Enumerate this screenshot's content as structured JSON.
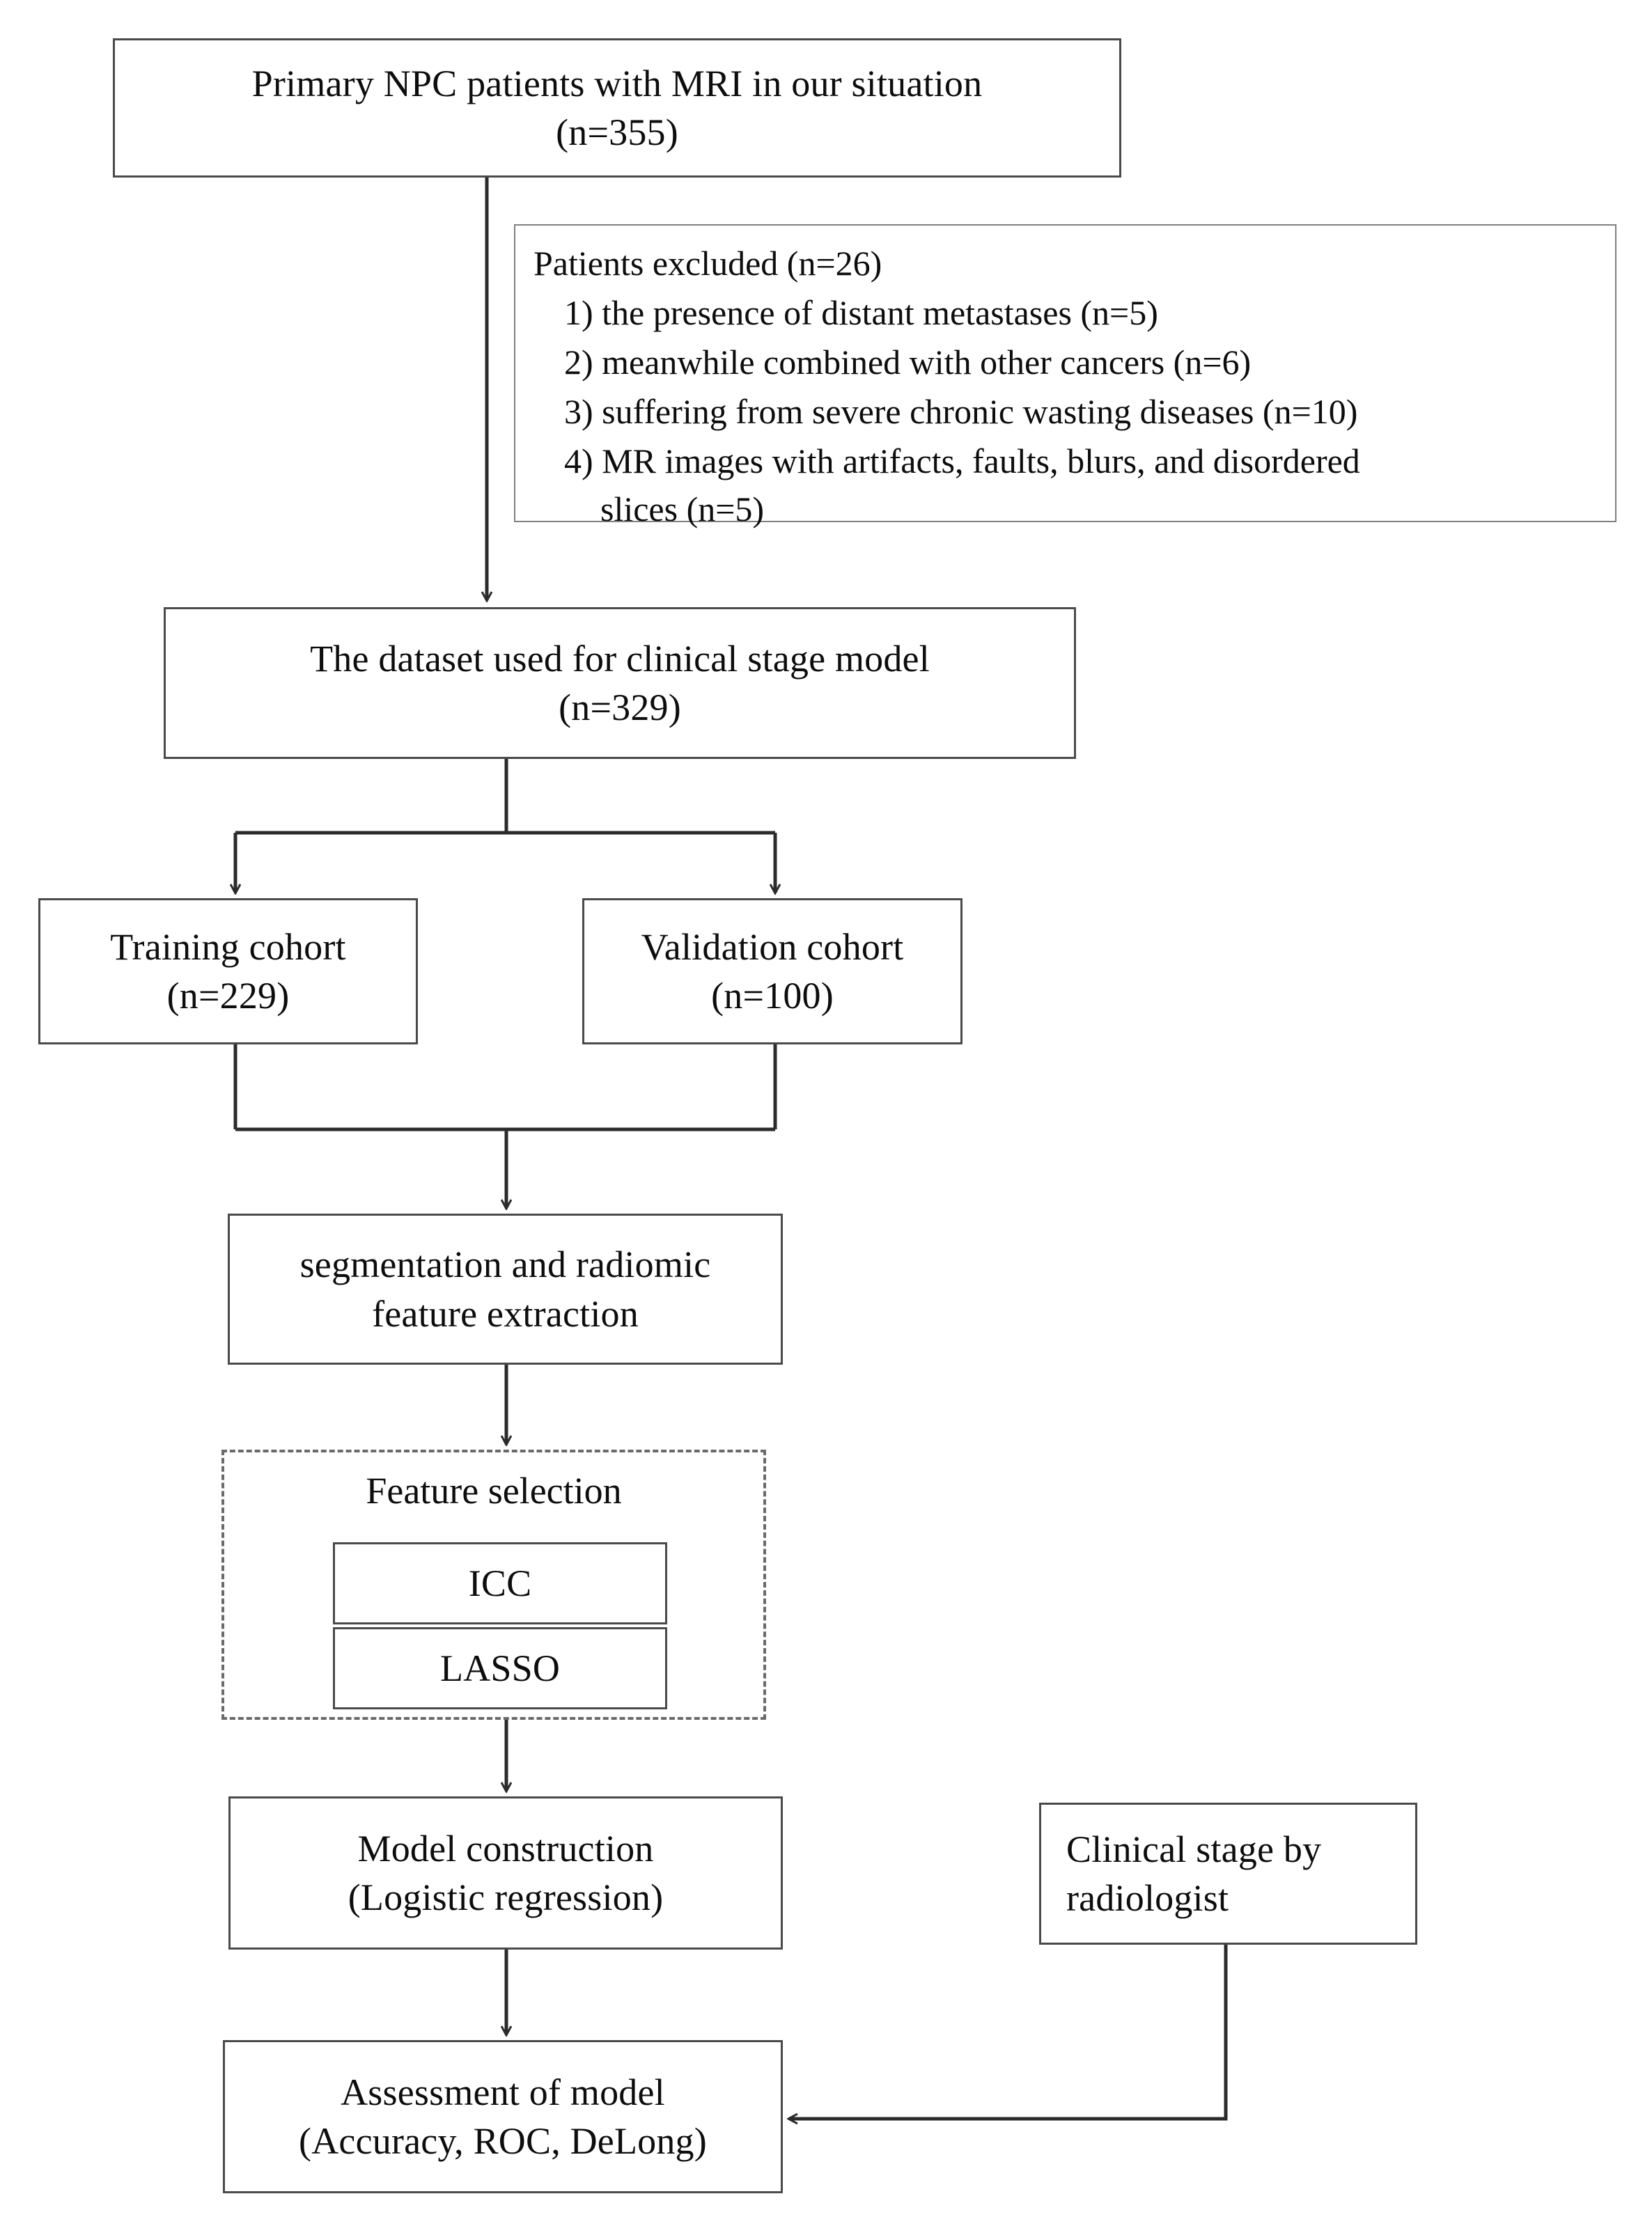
{
  "diagram": {
    "title": "Study flowchart for NPC clinical stage radiomics model",
    "nodes": {
      "enrollment": {
        "line1": "Primary NPC patients with MRI in our situation",
        "line2": "(n=355)"
      },
      "exclusion": {
        "header": "Patients excluded (n=26)",
        "items": [
          "1) the presence of distant metastases (n=5)",
          "2) meanwhile combined with other cancers (n=6)",
          "3) suffering from severe chronic wasting diseases (n=10)",
          "4) MR images with artifacts, faults, blurs, and disordered",
          "slices (n=5)"
        ]
      },
      "dataset": {
        "line1": "The dataset used for clinical stage model",
        "line2": "(n=329)"
      },
      "training_cohort": {
        "line1": "Training cohort",
        "line2": "(n=229)"
      },
      "validation_cohort": {
        "line1": "Validation cohort",
        "line2": "(n=100)"
      },
      "segmentation": {
        "line1": "segmentation and radiomic",
        "line2": "feature extraction"
      },
      "feature_selection": {
        "label": "Feature selection",
        "methods": [
          "ICC",
          "LASSO"
        ]
      },
      "model_construction": {
        "line1": "Model construction",
        "line2": "(Logistic regression)"
      },
      "clinical_stage": {
        "line1": "Clinical stage by",
        "line2": "radiologist"
      },
      "assessment": {
        "line1": "Assessment of model",
        "line2": "(Accuracy, ROC, DeLong)"
      }
    },
    "colors": {
      "box_stroke": "#4a4a4a",
      "dashed_stroke": "#6a6a6a",
      "connector": "#2b2b2b",
      "text": "#0d0d0d",
      "background": "#ffffff"
    }
  }
}
